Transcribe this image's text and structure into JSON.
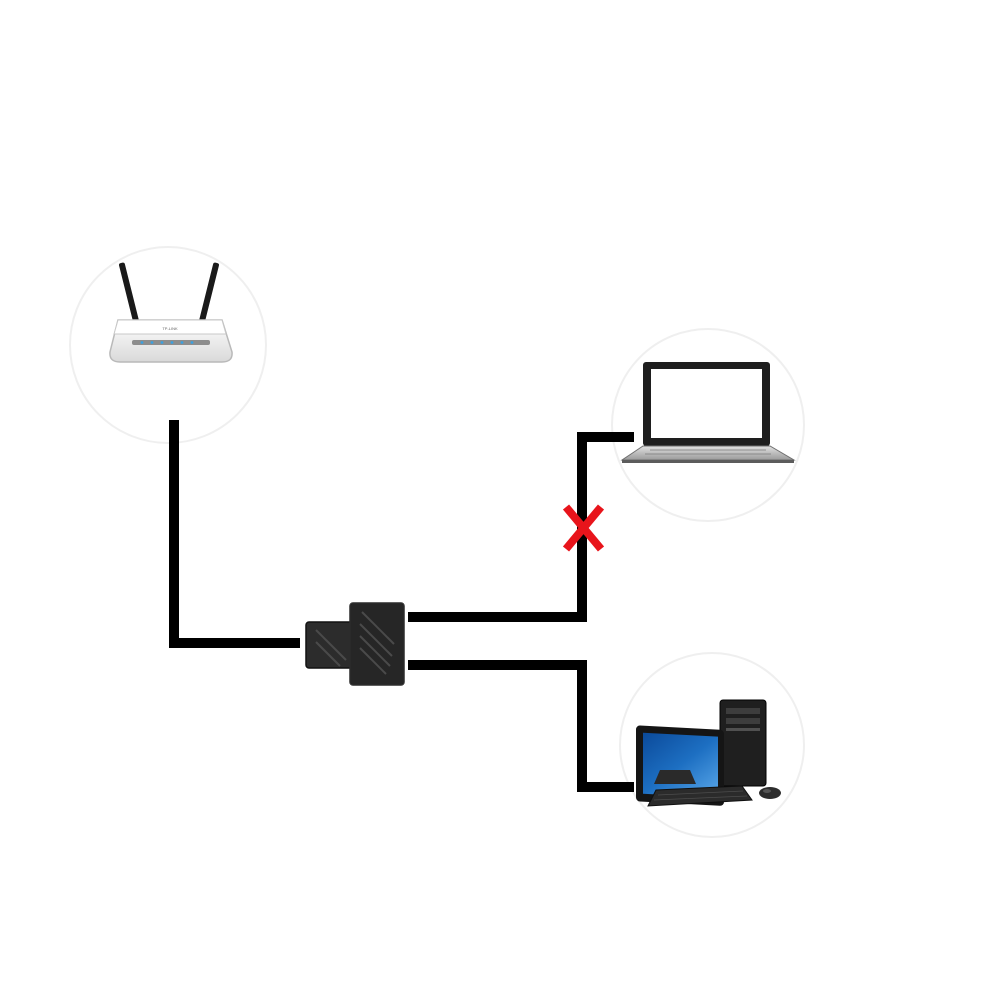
{
  "diagram": {
    "nodes": [
      {
        "id": "router",
        "icon": "wifi-router-icon",
        "brand_mark": "TP-LINK"
      },
      {
        "id": "splitter",
        "icon": "rj45-splitter-icon"
      },
      {
        "id": "laptop",
        "icon": "laptop-icon"
      },
      {
        "id": "desktop",
        "icon": "desktop-computer-icon"
      }
    ],
    "links": [
      {
        "from": "router",
        "to": "splitter",
        "status": "connected"
      },
      {
        "from": "splitter",
        "to": "laptop",
        "status": "blocked"
      },
      {
        "from": "splitter",
        "to": "desktop",
        "status": "connected"
      }
    ],
    "colors": {
      "cable": "#000000",
      "blocked_marker": "#e8141b",
      "halo": "#ececec",
      "monitor_screen": "#1d6fc2"
    }
  }
}
